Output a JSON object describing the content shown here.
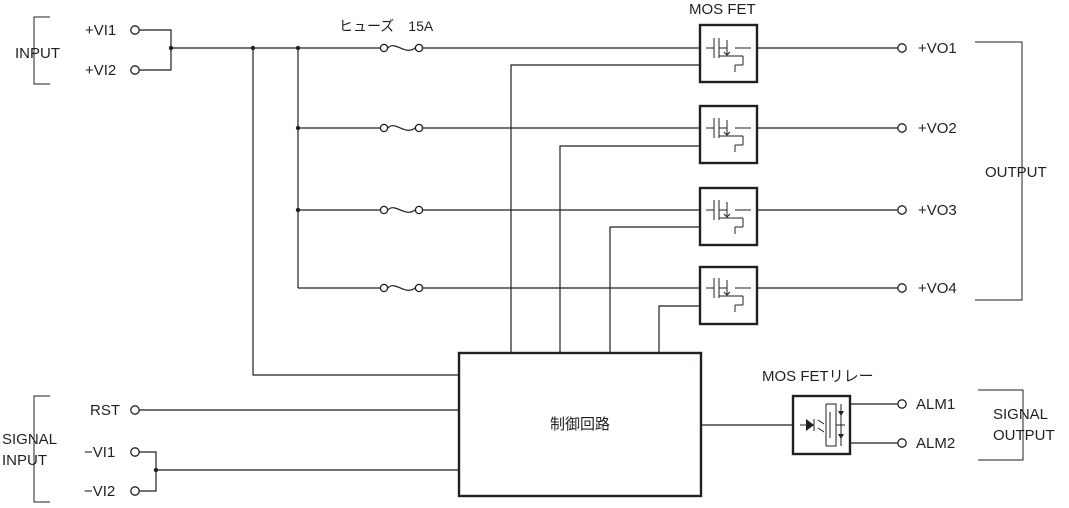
{
  "labels": {
    "input": "INPUT",
    "output": "OUTPUT",
    "signal_input_1": "SIGNAL",
    "signal_input_2": "INPUT",
    "signal_output_1": "SIGNAL",
    "signal_output_2": "OUTPUT",
    "fuse": "ヒューズ　15A",
    "mosfet": "MOS FET",
    "mosfet_relay": "MOS FETリレー",
    "control_circuit": "制御回路"
  },
  "terminals": {
    "vi1_pos": "+VI1",
    "vi2_pos": "+VI2",
    "vo1": "+VO1",
    "vo2": "+VO2",
    "vo3": "+VO3",
    "vo4": "+VO4",
    "rst": "RST",
    "vi1_neg": "−VI1",
    "vi2_neg": "−VI2",
    "alm1": "ALM1",
    "alm2": "ALM2"
  }
}
